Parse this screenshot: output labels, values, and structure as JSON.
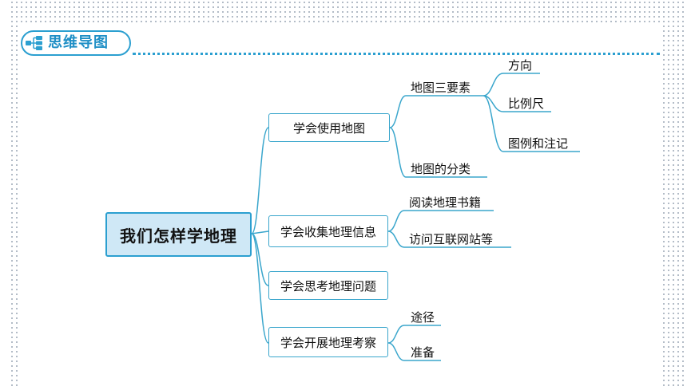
{
  "header": {
    "title": "思维导图",
    "icon": "mind-map-icon"
  },
  "mindmap": {
    "root": "我们怎样学地理",
    "branches": [
      {
        "label": "学会使用地图",
        "children": [
          {
            "label": "地图三要素",
            "children": [
              "方向",
              "比例尺",
              "图例和注记"
            ]
          },
          {
            "label": "地图的分类"
          }
        ]
      },
      {
        "label": "学会收集地理信息",
        "children": [
          "阅读地理书籍",
          "访问互联网站等"
        ]
      },
      {
        "label": "学会思考地理问题"
      },
      {
        "label": "学会开展地理考察",
        "children": [
          "途径",
          "准备"
        ]
      }
    ]
  },
  "colors": {
    "line": "#3aa6cc",
    "accent": "#2b9fd0",
    "root_fill": "#cfe8f6"
  }
}
